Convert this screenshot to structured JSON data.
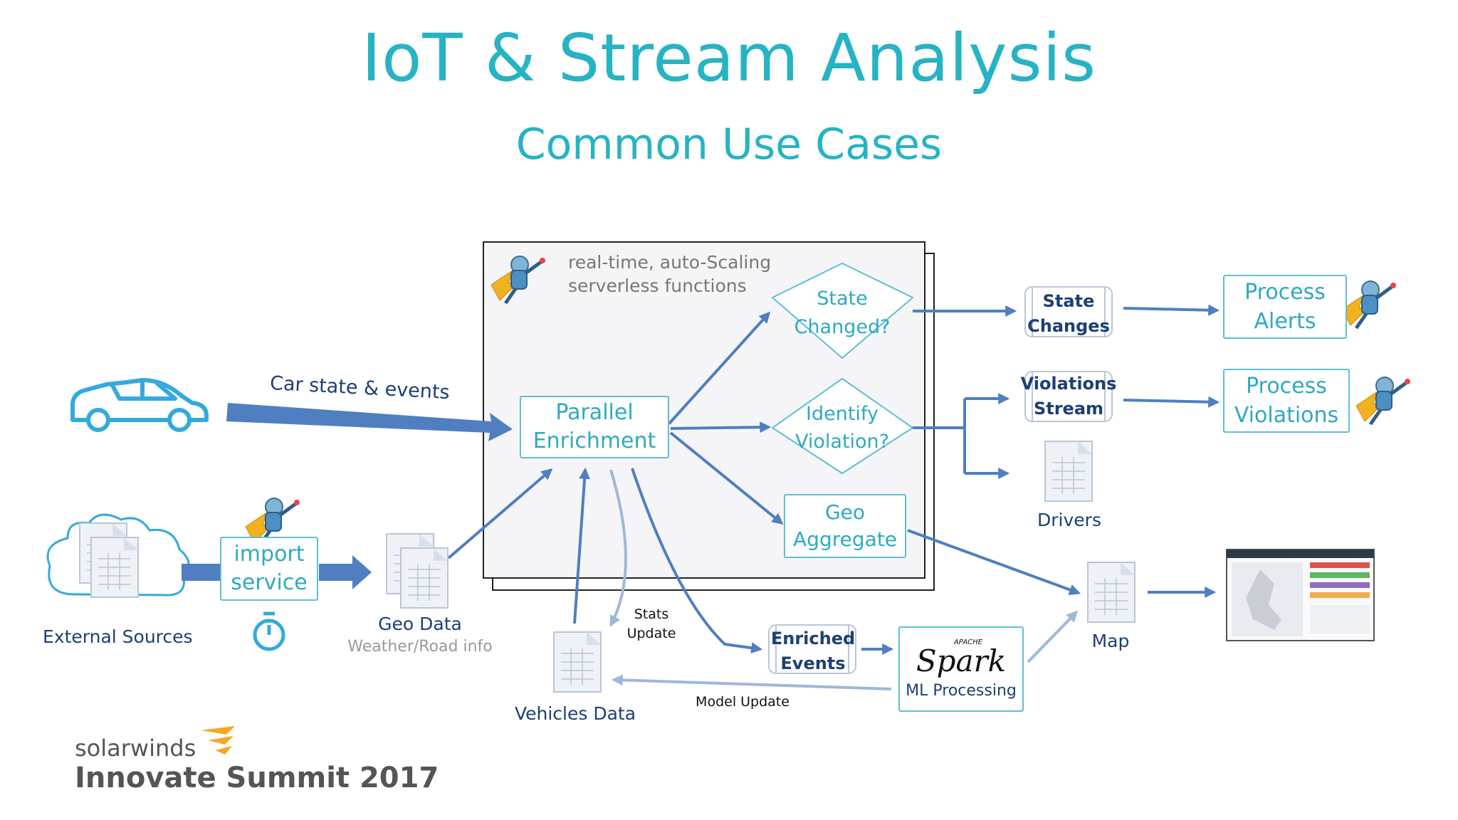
{
  "title": "IoT & Stream Analysis",
  "subtitle": "Common Use Cases",
  "container_label": [
    "real-time, auto-Scaling",
    "serverless functions"
  ],
  "nodes": {
    "parallel_enrichment": [
      "Parallel",
      "Enrichment"
    ],
    "state_changed": [
      "State",
      "Changed?"
    ],
    "identify_violation": [
      "Identify",
      "Violation?"
    ],
    "geo_aggregate": [
      "Geo",
      "Aggregate"
    ],
    "import_service": [
      "import",
      "service"
    ],
    "state_changes": [
      "State",
      "Changes"
    ],
    "violations_stream": [
      "Violations",
      "Stream"
    ],
    "enriched_events": [
      "Enriched",
      "Events"
    ],
    "process_alerts": [
      "Process",
      "Alerts"
    ],
    "process_violations": [
      "Process",
      "Violations"
    ],
    "ml_processing": "ML Processing",
    "spark_apache": "APACHE",
    "spark_word": "Spark"
  },
  "labels": {
    "car_state": "Car state & events",
    "external_sources": "External Sources",
    "geo_data": "Geo Data",
    "geo_data_sub": "Weather/Road info",
    "drivers": "Drivers",
    "map": "Map",
    "vehicles_data": "Vehicles Data",
    "stats_update": [
      "Stats",
      "Update"
    ],
    "model_update": "Model Update"
  },
  "branding": {
    "company": "solarwinds",
    "event": "Innovate Summit 2017"
  },
  "colors": {
    "accent": "#26b3c4",
    "arrow": "#4f7fc0",
    "arrow_light": "#9fb8d8",
    "box_border": "#5fbfd0",
    "dark_text": "#1d3f73",
    "brand_orange": "#f5a623"
  }
}
